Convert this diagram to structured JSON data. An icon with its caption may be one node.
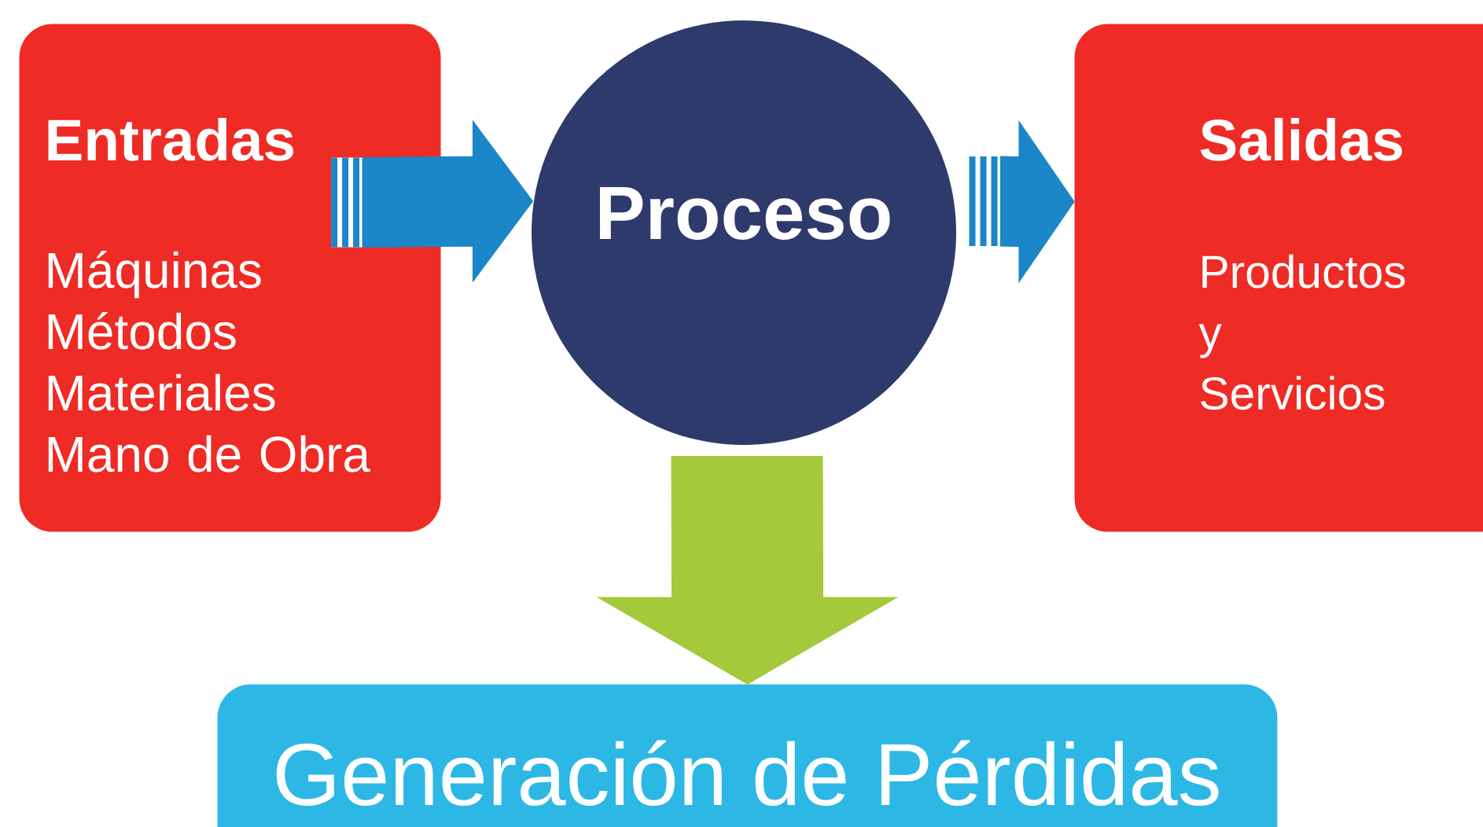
{
  "diagram": {
    "nodes": [
      {
        "text": [
          "Entradas",
          "Máquinas",
          "Métodos",
          "Materiales",
          "Mano de Obra"
        ]
      },
      {
        "text": [
          "Proceso"
        ]
      },
      {
        "text": [
          "Salidas",
          "Productos y Servicios"
        ]
      },
      {
        "text": [
          "Generación de Pérdidas"
        ]
      }
    ],
    "edges": [
      {
        "from": 0,
        "to": 1,
        "arrow": "to"
      },
      {
        "from": 1,
        "to": 2,
        "arrow": "to"
      },
      {
        "from": 1,
        "to": 3,
        "arrow": "to",
        "color": "#a4c93a"
      }
    ]
  }
}
